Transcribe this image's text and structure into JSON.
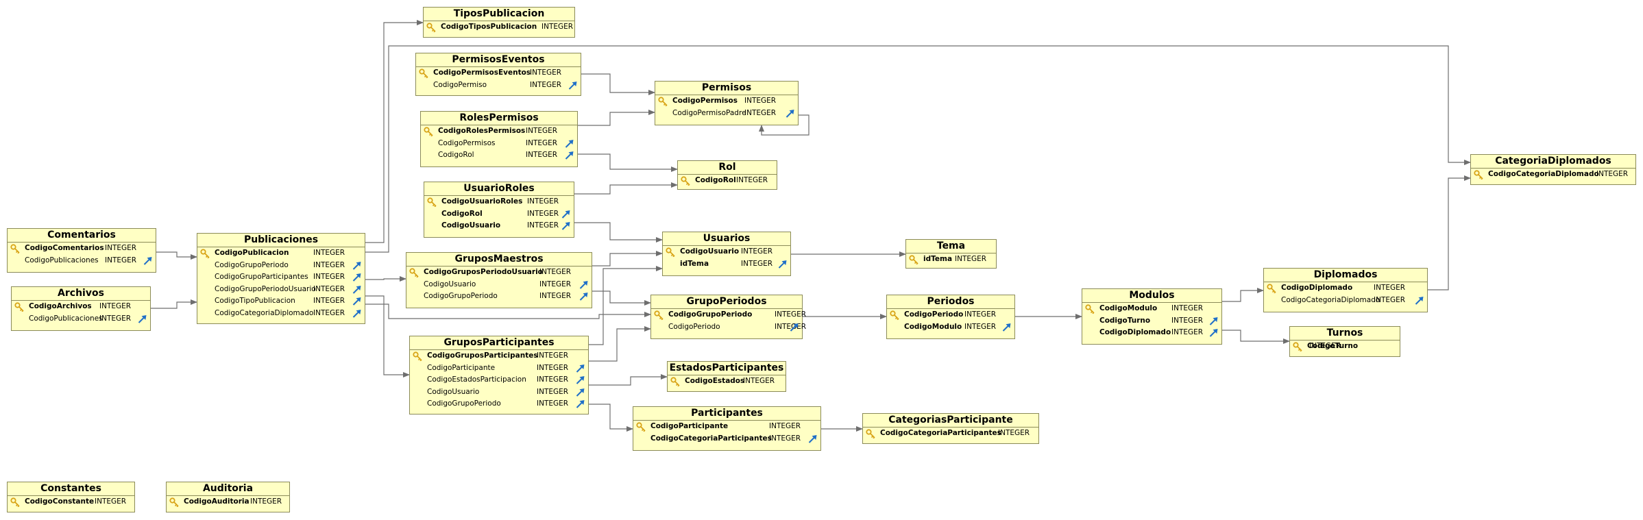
{
  "entities": [
    {
      "id": "TiposPublicacion",
      "name": "TiposPublicacion",
      "fields": [
        {
          "name": "CodigoTiposPublicacion",
          "type": "INTEGER",
          "pk": true,
          "bold": true
        }
      ]
    },
    {
      "id": "PermisosEventos",
      "name": "PermisosEventos",
      "fields": [
        {
          "name": "CodigoPermisosEventos",
          "type": "INTEGER",
          "pk": true,
          "bold": true
        },
        {
          "name": "CodigoPermiso",
          "type": "INTEGER",
          "fk": true
        }
      ]
    },
    {
      "id": "Permisos",
      "name": "Permisos",
      "fields": [
        {
          "name": "CodigoPermisos",
          "type": "INTEGER",
          "pk": true,
          "bold": true
        },
        {
          "name": "CodigoPermisoPadre",
          "type": "INTEGER",
          "fk": true
        }
      ]
    },
    {
      "id": "RolesPermisos",
      "name": "RolesPermisos",
      "fields": [
        {
          "name": "CodigoRolesPermisos",
          "type": "INTEGER",
          "pk": true,
          "bold": true
        },
        {
          "name": "CodigoPermisos",
          "type": "INTEGER",
          "fk": true
        },
        {
          "name": "CodigoRol",
          "type": "INTEGER",
          "fk": true
        }
      ]
    },
    {
      "id": "Rol",
      "name": "Rol",
      "fields": [
        {
          "name": "CodigoRol",
          "type": "INTEGER",
          "pk": true,
          "bold": true
        }
      ]
    },
    {
      "id": "UsuarioRoles",
      "name": "UsuarioRoles",
      "fields": [
        {
          "name": "CodigoUsuarioRoles",
          "type": "INTEGER",
          "pk": true,
          "bold": true
        },
        {
          "name": "CodigoRol",
          "type": "INTEGER",
          "fk": true,
          "bold": true
        },
        {
          "name": "CodigoUsuario",
          "type": "INTEGER",
          "fk": true,
          "bold": true
        }
      ]
    },
    {
      "id": "Usuarios",
      "name": "Usuarios",
      "fields": [
        {
          "name": "CodigoUsuario",
          "type": "INTEGER",
          "pk": true,
          "bold": true
        },
        {
          "name": "idTema",
          "type": "INTEGER",
          "fk": true,
          "bold": true
        }
      ]
    },
    {
      "id": "Tema",
      "name": "Tema",
      "fields": [
        {
          "name": "idTema",
          "type": "INTEGER",
          "pk": true,
          "bold": true
        }
      ]
    },
    {
      "id": "CategoriaDiplomados",
      "name": "CategoriaDiplomados",
      "fields": [
        {
          "name": "CodigoCategoriaDiplomado",
          "type": "INTEGER",
          "pk": true,
          "bold": true
        }
      ]
    },
    {
      "id": "Comentarios",
      "name": "Comentarios",
      "fields": [
        {
          "name": "CodigoComentarios",
          "type": "INTEGER",
          "pk": true,
          "bold": true
        },
        {
          "name": "CodigoPublicaciones",
          "type": "INTEGER",
          "fk": true
        }
      ]
    },
    {
      "id": "Archivos",
      "name": "Archivos",
      "fields": [
        {
          "name": "CodigoArchivos",
          "type": "INTEGER",
          "pk": true,
          "bold": true
        },
        {
          "name": "CodigoPublicaciones",
          "type": "INTEGER",
          "fk": true
        }
      ]
    },
    {
      "id": "Publicaciones",
      "name": "Publicaciones",
      "fields": [
        {
          "name": "CodigoPublicacion",
          "type": "INTEGER",
          "pk": true,
          "bold": true
        },
        {
          "name": "CodigoGrupoPeriodo",
          "type": "INTEGER",
          "fk": true
        },
        {
          "name": "CodigoGrupoParticipantes",
          "type": "INTEGER",
          "fk": true
        },
        {
          "name": "CodigoGrupoPeriodoUsuario",
          "type": "INTEGER",
          "fk": true
        },
        {
          "name": "CodigoTipoPublicacion",
          "type": "INTEGER",
          "fk": true
        },
        {
          "name": "CodigoCategoriaDiplomado",
          "type": "INTEGER",
          "fk": true
        }
      ]
    },
    {
      "id": "GruposMaestros",
      "name": "GruposMaestros",
      "fields": [
        {
          "name": "CodigoGruposPeriodoUsuario",
          "type": "INTEGER",
          "pk": true,
          "bold": true
        },
        {
          "name": "CodigoUsuario",
          "type": "INTEGER",
          "fk": true
        },
        {
          "name": "CodigoGrupoPeriodo",
          "type": "INTEGER",
          "fk": true
        }
      ]
    },
    {
      "id": "GrupoPeriodos",
      "name": "GrupoPeriodos",
      "fields": [
        {
          "name": "CodigoGrupoPeriodo",
          "type": "INTEGER",
          "pk": true,
          "bold": true
        },
        {
          "name": "CodigoPeriodo",
          "type": "INTEGER",
          "fk": true
        }
      ]
    },
    {
      "id": "Periodos",
      "name": "Periodos",
      "fields": [
        {
          "name": "CodigoPeriodo",
          "type": "INTEGER",
          "pk": true,
          "bold": true
        },
        {
          "name": "CodigoModulo",
          "type": "INTEGER",
          "fk": true,
          "bold": true
        }
      ]
    },
    {
      "id": "Modulos",
      "name": "Modulos",
      "fields": [
        {
          "name": "CodigoModulo",
          "type": "INTEGER",
          "pk": true,
          "bold": true
        },
        {
          "name": "CodigoTurno",
          "type": "INTEGER",
          "fk": true,
          "bold": true
        },
        {
          "name": "CodigoDiplomado",
          "type": "INTEGER",
          "fk": true,
          "bold": true
        }
      ]
    },
    {
      "id": "Diplomados",
      "name": "Diplomados",
      "fields": [
        {
          "name": "CodigoDiplomado",
          "type": "INTEGER",
          "pk": true,
          "bold": true
        },
        {
          "name": "CodigoCategoriaDiplomado",
          "type": "INTEGER",
          "fk": true
        }
      ]
    },
    {
      "id": "Turnos",
      "name": "Turnos",
      "fields": [
        {
          "name": "CodigoTurno",
          "type": "INTEGER",
          "pk": true,
          "bold": true
        }
      ]
    },
    {
      "id": "GruposParticipantes",
      "name": "GruposParticipantes",
      "fields": [
        {
          "name": "CodigoGruposParticipantes",
          "type": "INTEGER",
          "pk": true,
          "bold": true
        },
        {
          "name": "CodigoParticipante",
          "type": "INTEGER",
          "fk": true
        },
        {
          "name": "CodigoEstadosParticipacion",
          "type": "INTEGER",
          "fk": true
        },
        {
          "name": "CodigoUsuario",
          "type": "INTEGER",
          "fk": true
        },
        {
          "name": "CodigoGrupoPeriodo",
          "type": "INTEGER",
          "fk": true
        }
      ]
    },
    {
      "id": "EstadosParticipantes",
      "name": "EstadosParticipantes",
      "fields": [
        {
          "name": "CodigoEstados",
          "type": "INTEGER",
          "pk": true,
          "bold": true
        }
      ]
    },
    {
      "id": "Participantes",
      "name": "Participantes",
      "fields": [
        {
          "name": "CodigoParticipante",
          "type": "INTEGER",
          "pk": true,
          "bold": true
        },
        {
          "name": "CodigoCategoriaParticipantes",
          "type": "INTEGER",
          "fk": true,
          "bold": true
        }
      ]
    },
    {
      "id": "CategoriasParticipante",
      "name": "CategoriasParticipante",
      "fields": [
        {
          "name": "CodigoCategoriaParticipantes",
          "type": "INTEGER",
          "pk": true,
          "bold": true
        }
      ]
    },
    {
      "id": "Constantes",
      "name": "Constantes",
      "fields": [
        {
          "name": "CodigoConstante",
          "type": "INTEGER",
          "pk": true,
          "bold": true
        }
      ]
    },
    {
      "id": "Auditoria",
      "name": "Auditoria",
      "fields": [
        {
          "name": "CodigoAuditoria",
          "type": "INTEGER",
          "pk": true,
          "bold": true
        }
      ]
    }
  ],
  "colors": {
    "entity_fill": "#ffffc4",
    "entity_border": "#8a8a58",
    "connector": "#6e6e6e",
    "fk_icon": "#1f6fc8",
    "pk_icon": "#d8a418"
  },
  "icons": {
    "primary_key": "key-icon",
    "foreign_key": "foreign-key-arrow-icon"
  }
}
